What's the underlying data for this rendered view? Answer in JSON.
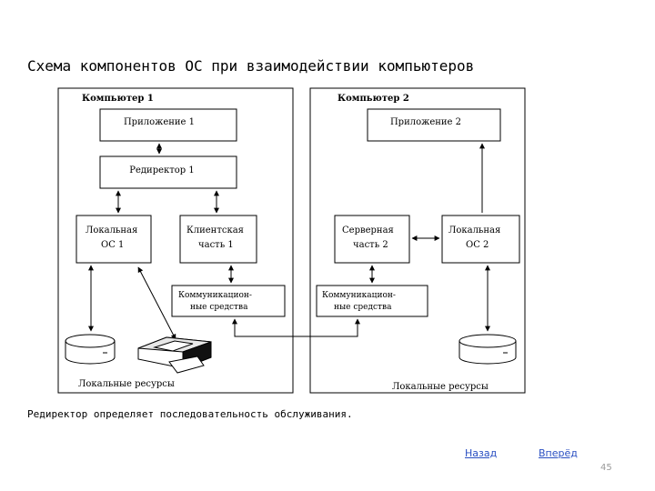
{
  "slide": {
    "title": "Схема компонентов ОС при взаимодействии компьютеров",
    "caption": "Редиректор определяет последовательность обслуживания.",
    "nav_back": "Назад",
    "nav_next": "Вперёд",
    "page_number": "45"
  },
  "diagram": {
    "computer1": {
      "label": "Компьютер 1",
      "app": "Приложение 1",
      "redirector": "Редиректор 1",
      "local_os": [
        "Локальная",
        "ОС 1"
      ],
      "client": [
        "Клиентская",
        "часть 1"
      ],
      "comm": [
        "Коммуникацион-",
        "ные средства"
      ],
      "resources": "Локальные ресурсы"
    },
    "computer2": {
      "label": "Компьютер 2",
      "app": "Приложение 2",
      "server": [
        "Серверная",
        "часть 2"
      ],
      "local_os": [
        "Локальная",
        "ОС 2"
      ],
      "comm": [
        "Коммуникацион-",
        "ные средства"
      ],
      "resources": "Локальные ресурсы"
    }
  }
}
